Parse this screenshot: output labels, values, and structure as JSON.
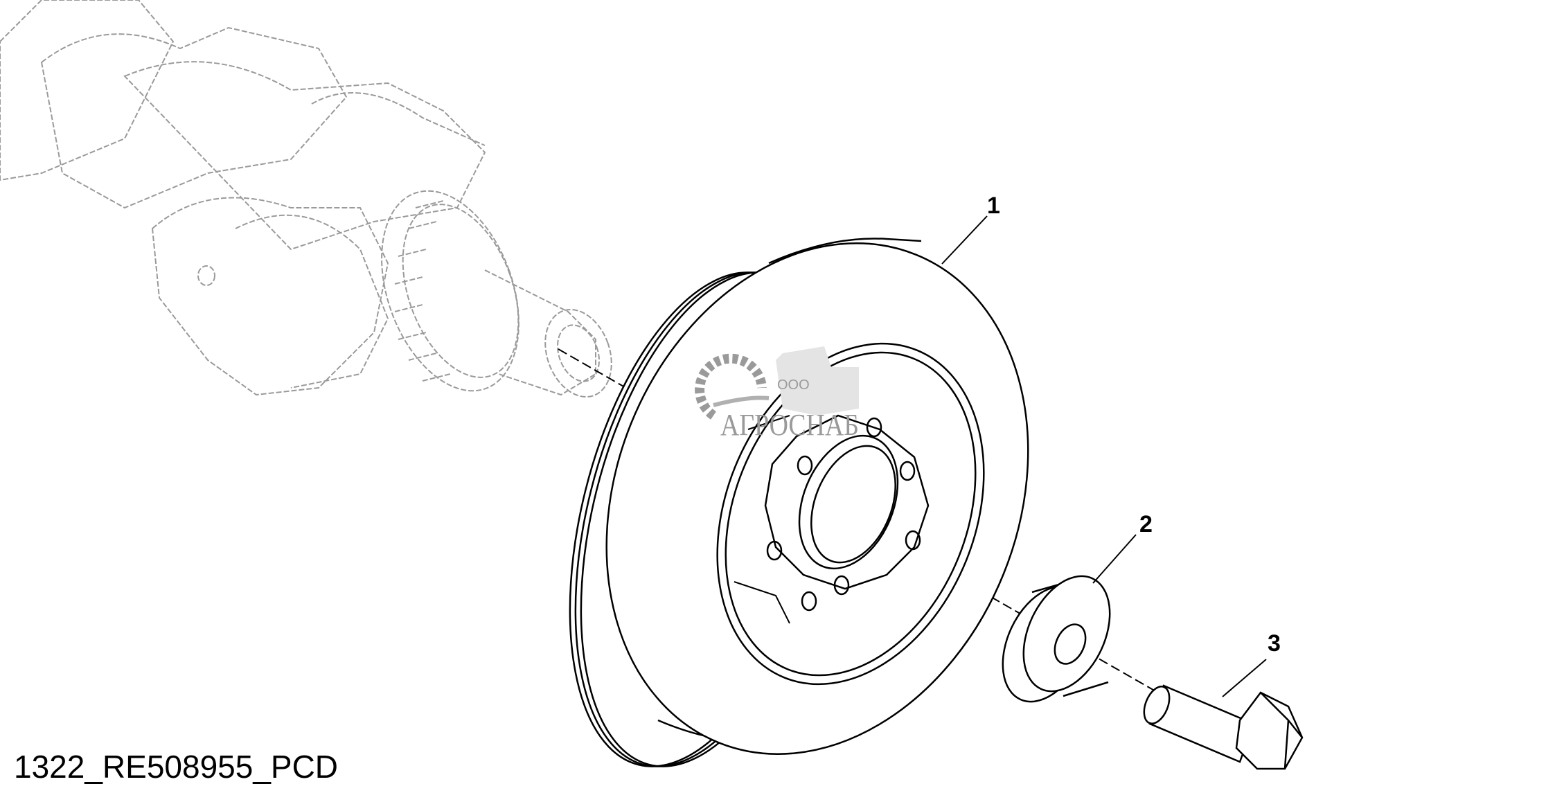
{
  "drawing_id": "1322_RE508955_PCD",
  "callouts": [
    {
      "number": "1",
      "part": "pulley-damper"
    },
    {
      "number": "2",
      "part": "washer"
    },
    {
      "number": "3",
      "part": "bolt"
    }
  ],
  "watermark": {
    "prefix": "ООО",
    "name": "АГРОСНАБ"
  },
  "colors": {
    "line": "#000000",
    "ghost": "#9a9a9a",
    "watermark": "#9a9a9a"
  }
}
